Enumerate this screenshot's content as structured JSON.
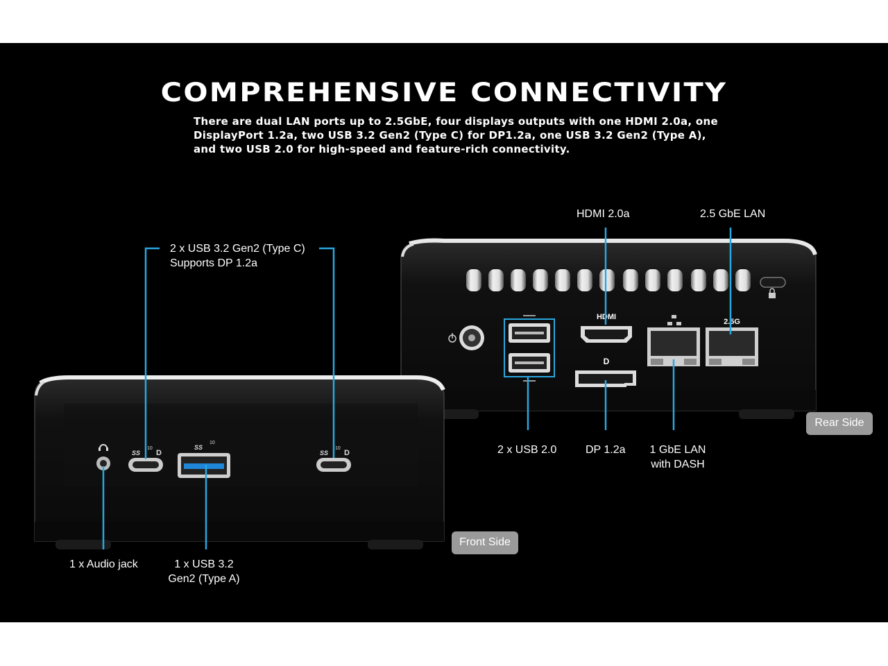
{
  "heading": "COMPREHENSIVE CONNECTIVITY",
  "description": "There are dual LAN ports up to 2.5GbE, four displays outputs with one HDMI 2.0a, one DisplayPort 1.2a, two USB 3.2 Gen2 (Type C) for DP1.2a, one USB 3.2 Gen2 (Type A), and two USB 2.0 for high-speed and feature-rich connectivity.",
  "front": {
    "tag": "Front Side",
    "labels": {
      "usb_c_line1": "2 x USB 3.2 Gen2 (Type C)",
      "usb_c_line2": "Supports DP 1.2a",
      "audio": "1 x Audio jack",
      "usb_a_line1": "1 x USB 3.2",
      "usb_a_line2": "Gen2 (Type A)"
    },
    "port_marks": {
      "ss": "SS",
      "ten": "10",
      "dp": "D"
    }
  },
  "rear": {
    "tag": "Rear Side",
    "labels": {
      "hdmi": "HDMI 2.0a",
      "lan25": "2.5 GbE LAN",
      "usb20": "2 x USB 2.0",
      "dp": "DP 1.2a",
      "lan1_line1": "1 GbE LAN",
      "lan1_line2": "with DASH"
    },
    "port_marks": {
      "hdmi": "HDMI",
      "g25": "2.5G",
      "dp": "D"
    }
  },
  "colors": {
    "background": "#000000",
    "callout": "#29a8e0",
    "tag_bg": "#9a9a9a",
    "text": "#ffffff"
  }
}
